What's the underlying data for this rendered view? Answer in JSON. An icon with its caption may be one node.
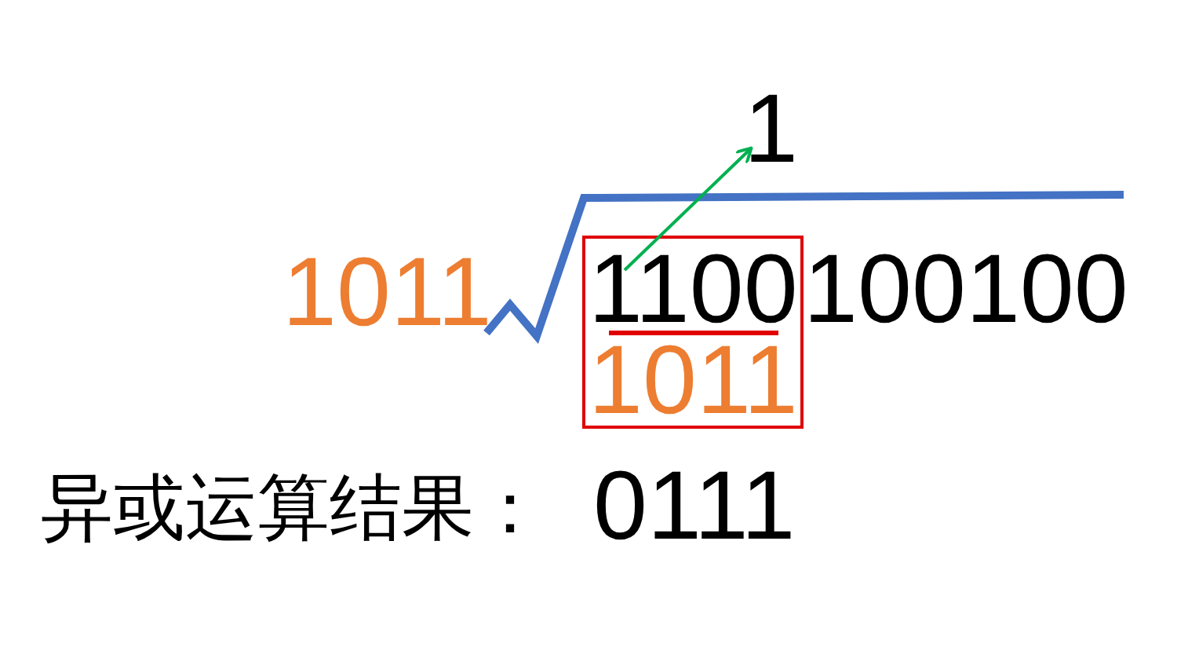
{
  "diagram": {
    "nodes": [
      {
        "text": [
          "1100",
          "1011"
        ]
      },
      {
        "text": [
          "1"
        ]
      }
    ],
    "edges": [
      {
        "from": 0,
        "to": 1,
        "arrow": "to",
        "color": "#00b050"
      }
    ],
    "labels": [
      "1011",
      "100100",
      "异或运算结果：",
      "0111"
    ]
  }
}
